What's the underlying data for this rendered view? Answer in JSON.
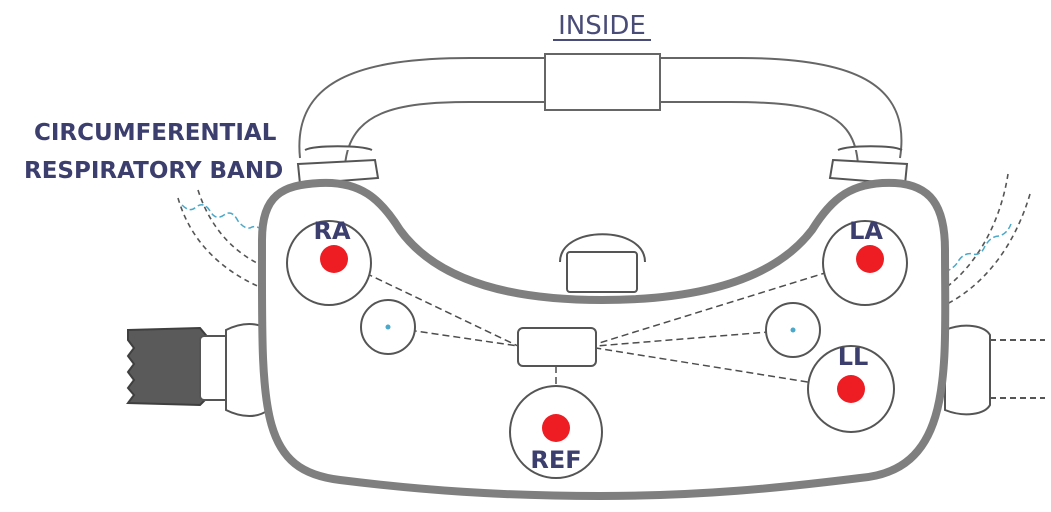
{
  "diagram": {
    "title": "INSIDE",
    "band_label": {
      "line1": "CIRCUMFERENTIAL",
      "line2": "RESPIRATORY BAND"
    },
    "electrodes": {
      "ra": "RA",
      "la": "LA",
      "ll": "LL",
      "ref": "REF"
    },
    "colors": {
      "outline": "#7f7f7f",
      "line": "#4d4d4d",
      "electrode": "#ee1d23",
      "label": "#3c3e6e",
      "band_wire": "#4aa8c9",
      "buckle": "#5a5a5a"
    }
  }
}
